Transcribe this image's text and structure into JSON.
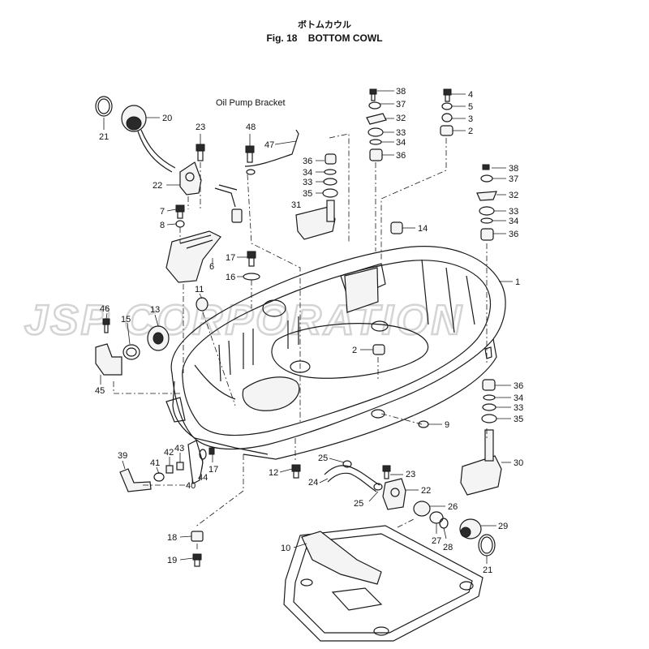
{
  "title": {
    "jp": "ボトムカウル",
    "en": "Fig. 18    BOTTOM COWL"
  },
  "watermark": "JSP CORPORATION",
  "annotations": {
    "oil_pump_bracket": "Oil Pump Bracket"
  },
  "callouts": [
    "38",
    "37",
    "32",
    "33",
    "34",
    "36",
    "4",
    "5",
    "3",
    "2",
    "20",
    "21",
    "23",
    "48",
    "47",
    "36",
    "34",
    "33",
    "35",
    "31",
    "22",
    "7",
    "8",
    "6",
    "38",
    "37",
    "32",
    "33",
    "34",
    "36",
    "14",
    "17",
    "16",
    "1",
    "11",
    "46",
    "13",
    "15",
    "45",
    "2",
    "9",
    "36",
    "34",
    "33",
    "35",
    "30",
    "39",
    "41",
    "42",
    "43",
    "40",
    "44",
    "17",
    "12",
    "25",
    "24",
    "23",
    "22",
    "25",
    "26",
    "27",
    "28",
    "29",
    "21",
    "18",
    "19",
    "10"
  ],
  "colors": {
    "line": "#1a1a1a",
    "watermark": "#d4d4d4",
    "background": "#ffffff"
  }
}
